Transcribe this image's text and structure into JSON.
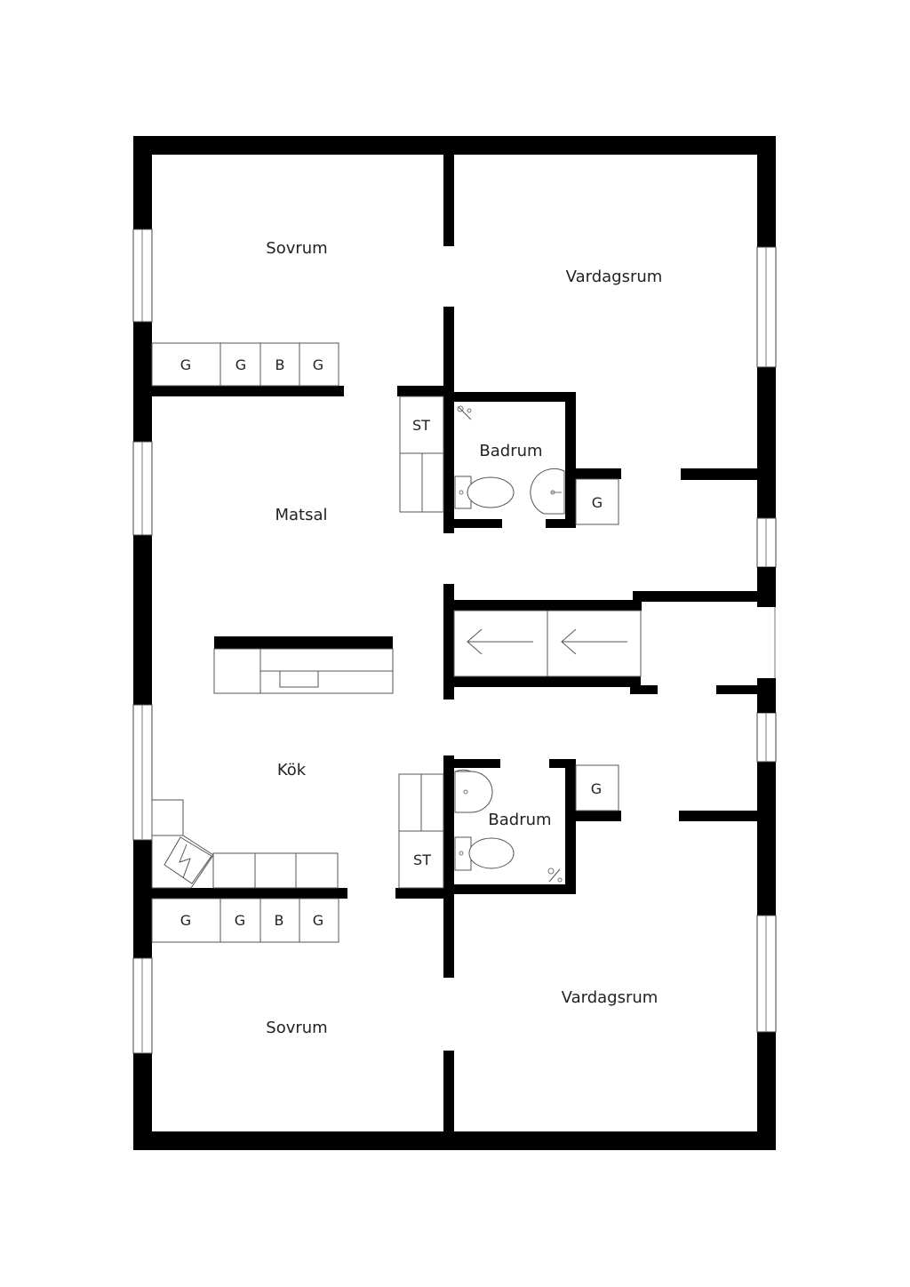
{
  "rooms": {
    "sovrum_top": "Sovrum",
    "vardagsrum_top": "Vardagsrum",
    "badrum_top": "Badrum",
    "matsal": "Matsal",
    "kok": "Kök",
    "badrum_bottom": "Badrum",
    "vardagsrum_bottom": "Vardagsrum",
    "sovrum_bottom": "Sovrum"
  },
  "cabinets": {
    "top_wardrobes": [
      "G",
      "G",
      "B",
      "G"
    ],
    "top_st": "ST",
    "top_bath_g": "G",
    "bottom_wardrobes": [
      "G",
      "G",
      "B",
      "G"
    ],
    "bottom_st": "ST",
    "bottom_bath_g": "G"
  }
}
